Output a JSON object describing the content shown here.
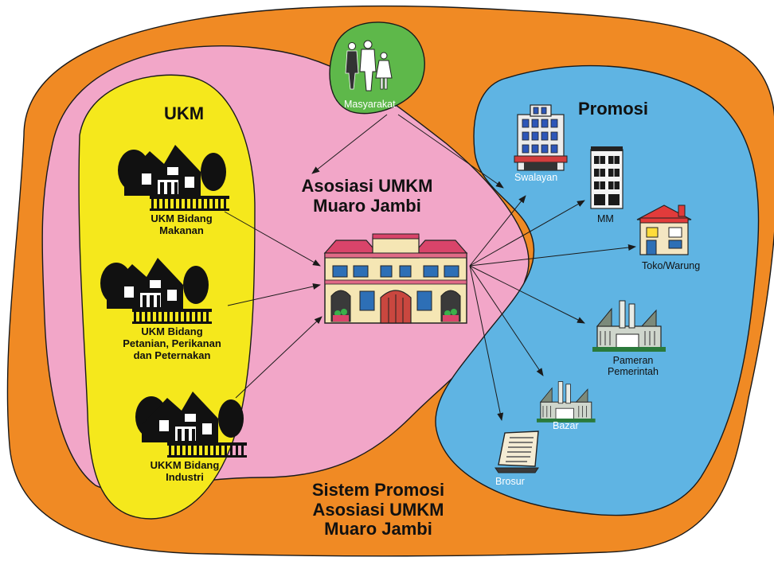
{
  "colors": {
    "outer": "#f08a24",
    "ukm_zone": "#f5e81c",
    "asosiasi_zone": "#f2a6c8",
    "promosi_zone": "#5fb4e3",
    "masyarakat_zone": "#5eb84a",
    "outline": "#1a1a1a"
  },
  "labels": {
    "ukm_title": "UKM",
    "promosi_title": "Promosi",
    "asosiasi_line1": "Asosiasi UMKM",
    "asosiasi_line2": "Muaro Jambi",
    "masyarakat": "Masyarakat",
    "ukm_makanan_1": "UKM Bidang",
    "ukm_makanan_2": "Makanan",
    "ukm_pertanian_1": "UKM Bidang",
    "ukm_pertanian_2": "Petanian, Perikanan",
    "ukm_pertanian_3": "dan Peternakan",
    "ukm_industri_1": "UKKM Bidang",
    "ukm_industri_2": "Industri",
    "swalayan": "Swalayan",
    "mm": "MM",
    "toko": "Toko/Warung",
    "pameran_1": "Pameran",
    "pameran_2": "Pemerintah",
    "bazar": "Bazar",
    "brosur": "Brosur",
    "sistem_1": "Sistem Promosi",
    "sistem_2": "Asosiasi UMKM",
    "sistem_3": "Muaro Jambi"
  },
  "icons": {
    "house": "house-icon",
    "association_building": "association-building-icon",
    "family": "family-icon",
    "supermarket": "supermarket-icon",
    "mall": "mall-icon",
    "shop": "shop-icon",
    "exhibition": "exhibition-icon",
    "bazaar": "bazaar-icon",
    "brochure": "brochure-icon"
  }
}
